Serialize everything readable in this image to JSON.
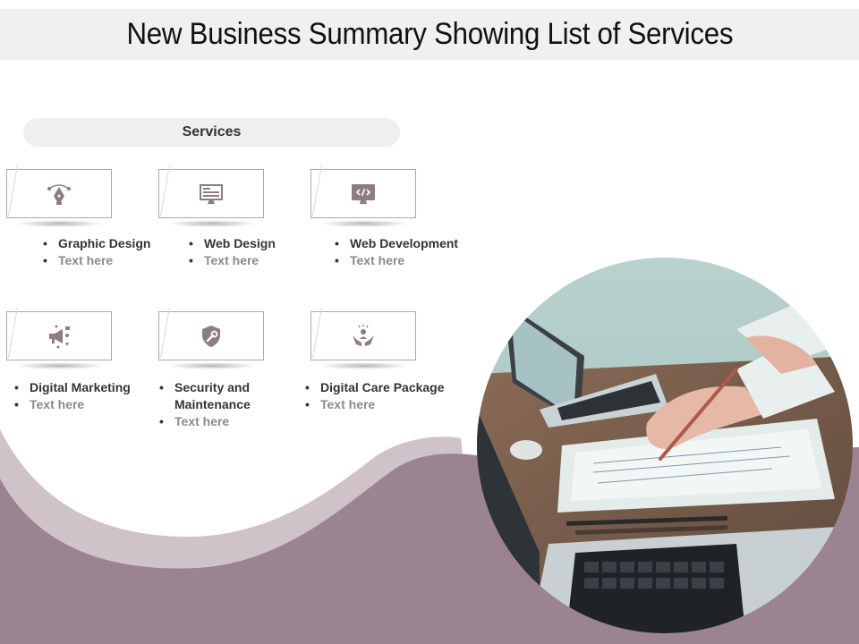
{
  "title": "New Business Summary Showing List of Services",
  "section_label": "Services",
  "services": [
    {
      "name": "Graphic Design",
      "sub": "Text here",
      "icon": "pen-tool-icon"
    },
    {
      "name": "Web Design",
      "sub": "Text here",
      "icon": "monitor-icon"
    },
    {
      "name": "Web Development",
      "sub": "Text here",
      "icon": "code-monitor-icon"
    },
    {
      "name": "Digital Marketing",
      "sub": "Text here",
      "icon": "megaphone-icon"
    },
    {
      "name": "Security and Maintenance",
      "sub": "Text here",
      "icon": "shield-wrench-icon"
    },
    {
      "name": "Digital Care Package",
      "sub": "Text here",
      "icon": "hands-care-icon"
    }
  ],
  "colors": {
    "accent": "#9c8390",
    "accent_light": "#cfc2c9",
    "icon": "#8d7b86",
    "title_bar": "#f0f0f0"
  }
}
